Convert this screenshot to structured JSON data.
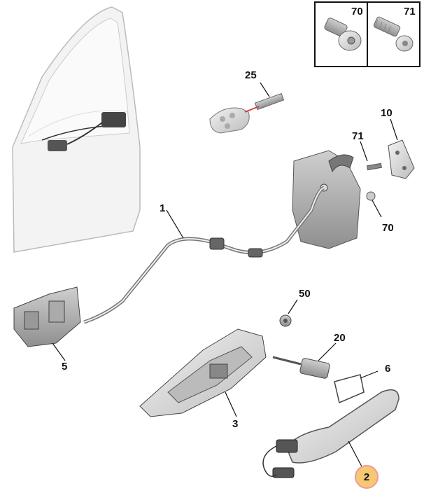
{
  "callouts": {
    "c1": "1",
    "c2": "2",
    "c3": "3",
    "c5": "5",
    "c6": "6",
    "c10": "10",
    "c20": "20",
    "c25": "25",
    "c50": "50",
    "c70": "70",
    "c71": "71"
  },
  "inset": {
    "left_label": "70",
    "right_label": "71"
  },
  "colors": {
    "highlight_fill": "#f7c873",
    "highlight_ring": "#f09a9a",
    "part_fill": "#d9d9d9",
    "part_dark": "#8a8a8a",
    "outline": "#222222"
  }
}
